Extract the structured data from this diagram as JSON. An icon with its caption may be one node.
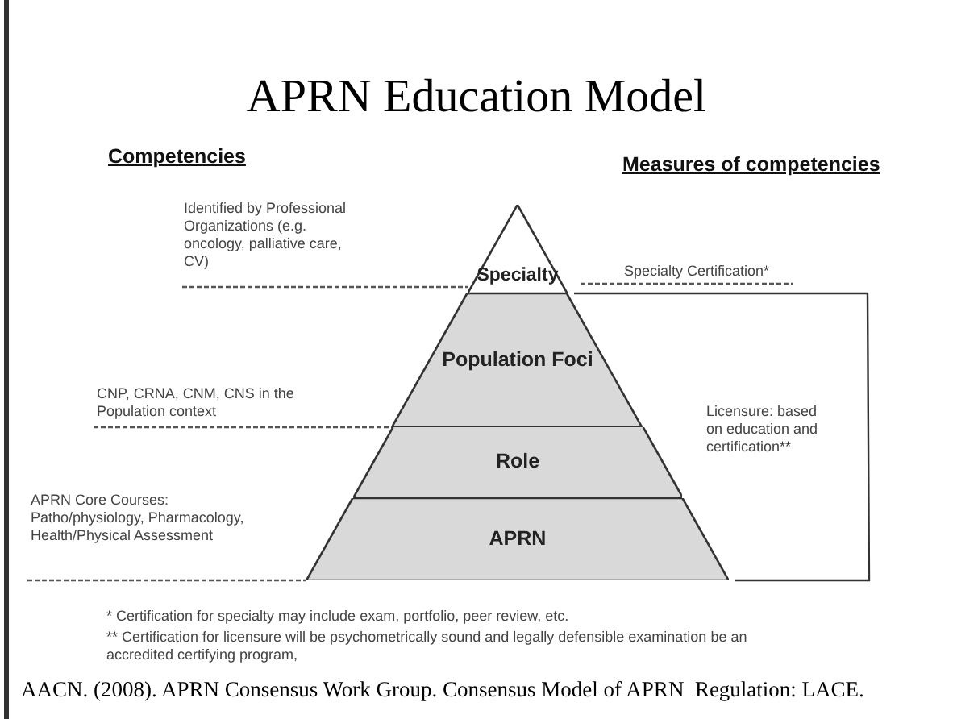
{
  "diagram": {
    "title": "APRN Education Model",
    "caption": "AACN. (2008). APRN Consensus Work Group. Consensus Model of APRN  Regulation: LACE.",
    "nodes": [
      {
        "text": [
          "Specialty"
        ]
      },
      {
        "text": [
          "Population Foci"
        ]
      },
      {
        "text": [
          "Role"
        ]
      },
      {
        "text": [
          "APRN"
        ]
      }
    ],
    "labels": [
      "Competencies",
      "Measures of competencies",
      "Identified by Professional Organizations (e.g. oncology, palliative care, CV)",
      "Specialty Certification*",
      "CNP, CRNA, CNM, CNS in the Population context",
      "Licensure: based on education and certification**",
      "APRN Core Courses: Patho/physiology, Pharmacology, Health/Physical Assessment",
      "* Certification for specialty may include exam, portfolio, peer review, etc.",
      "** Certification for licensure will be psychometrically sound and legally defensible examination be an accredited certifying program,"
    ]
  }
}
